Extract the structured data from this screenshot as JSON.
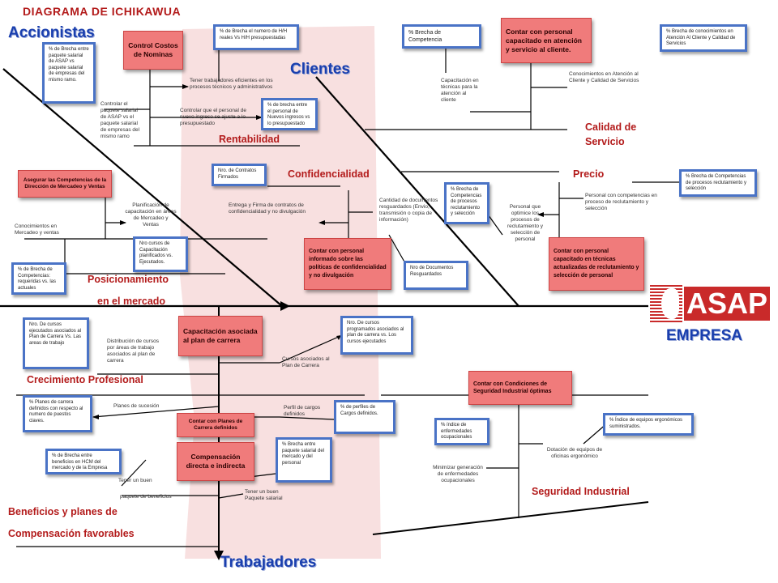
{
  "page_title": "DIAGRAMA DE ICHIKAWUA",
  "categories": {
    "accionistas": "Accionistas",
    "clientes": "Clientes",
    "trabajadores": "Trabajadores",
    "empresa": "EMPRESA",
    "rentabilidad": "Rentabilidad",
    "confidencialidad": "Confidencialidad",
    "precio": "Precio",
    "calidad_servicio": "Calidad de Servicio",
    "posicionamiento_1": "Posicionamiento",
    "posicionamiento_2": "en el mercado",
    "crecimiento": "Crecimiento Profesional",
    "seguridad": "Seguridad Industrial",
    "beneficios_1": "Beneficios y planes de",
    "beneficios_2": "Compensación favorables"
  },
  "logo": {
    "text": "ASAP",
    "brand_color": "#c92a2a"
  },
  "red_boxes": {
    "control_costos": "Control Costos de Nominas",
    "contar_personal_cliente": "Contar con personal capacitado en atención y servicio al cliente.",
    "asegurar_competencias": "Asegurar las Competencias de la Dirección de Mercadeo y Ventas",
    "contar_informado": "Contar con personal informado sobre las políticas de confidencialidad y no divulgación",
    "contar_reclutamiento": "Contar con personal capacitado en técnicas actualizadas de reclutamiento y selección de personal",
    "capacitacion_plan": "Capacitación asociada al plan de carrera",
    "condiciones_seguridad": "Contar con Condiciones de Seguridad Industrial óptimas",
    "planes_carrera": "Contar con Planes de Carrera definidos",
    "compensacion": "Compensación directa e indirecta"
  },
  "blue_boxes": {
    "brecha_salarial": "% de Brecha entre paquete salarial de ASAP vs paquete salarial de empresas del mismo ramo.",
    "brecha_hh": "% de Brecha el numero de H/H reales Vs H/H presupuestadas",
    "brecha_ingresos": "% de brecha entre el personal de Nuevos ingresos vs lo presupuestado",
    "brecha_competencia": "% Brecha de Competencia",
    "brecha_conocimientos": "% Brecha de conocimientos en Atención Al Cliente y Calidad de Servicios",
    "contratos_firmados": "Nro. de Contratos Firmados",
    "brecha_reclutamiento": "% Brecha de Competencias de procesos reclutamiento y selección",
    "brecha_comp_reclut": "% Brecha de Competencias de procesos reclutamiento y selección",
    "brecha_comp_actuales": "% de Brecha de Competencias: requeridas vs. las actuales",
    "cursos_capacitacion": "Nro cursos de Capacitación planificados vs. Ejecutados.",
    "docs_resguardados": "Nro de Documentos Resguardados",
    "cursos_ejecutados": "Nro. De cursos ejecutados asociados al Plan de Carrera Vs. Las areas de trabajo",
    "cursos_programados": "Nro. De cursos programados asociados al plan de carrera vs. Los cursos ejecutados",
    "planes_carrera_def": "% Planes de carrera definidos con respecto al numero de puestos claves.",
    "perfiles_cargos": "% de perfiles de Cargos definidos.",
    "indice_equipos": "% Índice de equipos ergonómicos suministrados.",
    "indice_enfermedades": "% índice de enfermedades ocupacionales",
    "brecha_beneficios": "% de Brecha entre beneficios en HCM del mercado y de la Empresa",
    "brecha_paquete": "% Brecha entre paquete salarial del mercado y del personal"
  },
  "notes": {
    "tener_trabajadores": "Tener trabajadores eficientes en los procesos técnicos y administrativos",
    "controlar_paquete": "Controlar el paquete salarial de ASAP vs el paquete salarial de empresas del mismo ramo",
    "controlar_personal": "Controlar que el personal de nuevo ingreso se ajuste a lo presupuestado",
    "capacitacion_tecnicas": "Capacitación en técnicas para la atención al cliente",
    "conocimientos_atencion": "Conocimientos en Atención al Cliente y Calidad de Servicios",
    "entrega_firma": "Entrega y Firma de contratos de confidencialidad y no divulgación",
    "cantidad_documentos": "Cantidad de documentos resguardados (Envio, transmisión o copia de información)",
    "personal_optimice": "Personal que optimice los procesos de reclutamiento y selección de personal",
    "personal_competencias": "Personal con competencias en proceso de reclutamiento y selección",
    "planificacion_capacitacion": "Planificación de capacitación en áreas de Mercadeo y Ventas",
    "conocimientos_mercadeo": "Conocimientos en Mercadeo y ventas",
    "distribucion_cursos": "Distribución de cursos por áreas de trabajo asociados al plan de carrera",
    "cursos_asociados": "Cursos asociados al Plan de Carrera",
    "planes_sucesion": "Planes de sucesión",
    "perfil_cargos": "Perfil de cargos definidos",
    "dotacion_equipos": "Dotación de equipos de oficinas ergonómico",
    "minimizar": "Minimizar generación de enfermedades ocupacionales",
    "tener_buen_1": "Tener un buen",
    "tener_buen_2": "paquete de beneficios",
    "tener_paquete_salarial": "Tener un buen Paquete salarial"
  },
  "colors": {
    "accent_blue": "#1a3fae",
    "category_red": "#b31b1b",
    "box_red": "#f07b7b",
    "box_border": "#4a73c6",
    "backdrop_pink": "#f6d6d6"
  }
}
